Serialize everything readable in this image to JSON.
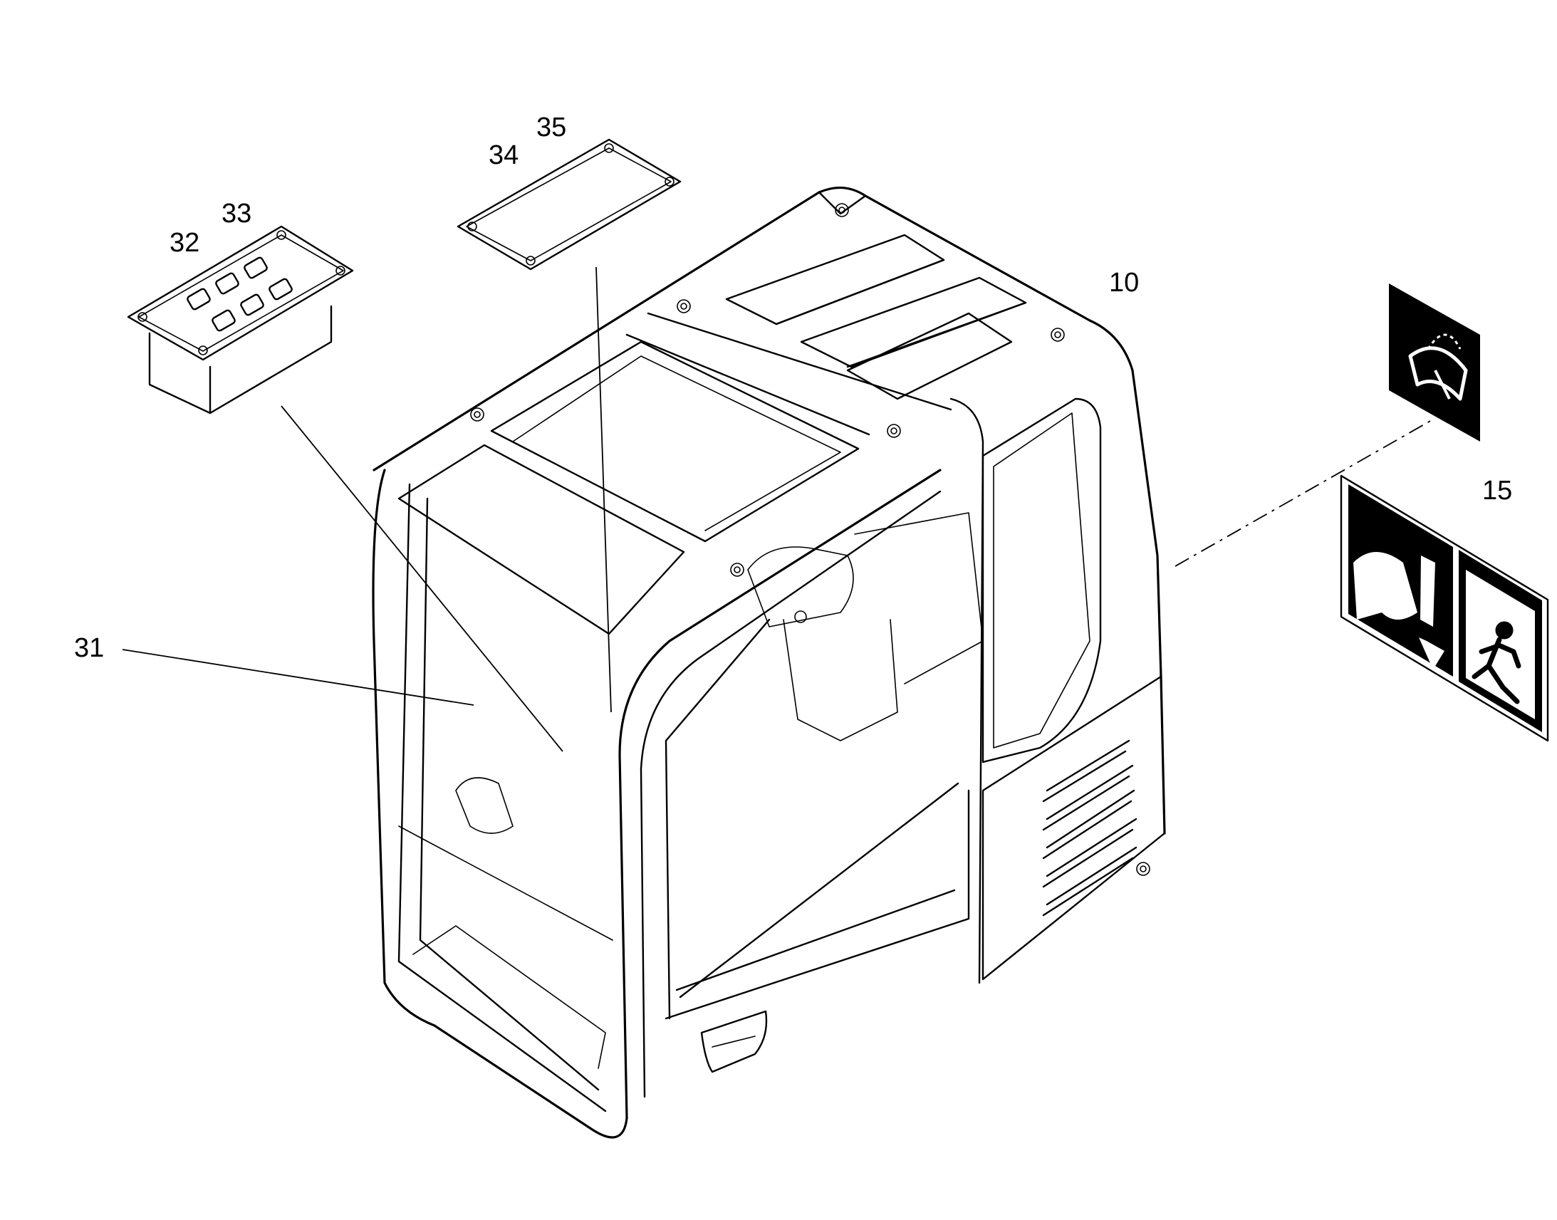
{
  "callouts": {
    "c10": "10",
    "c15": "15",
    "c31": "31",
    "c32": "32",
    "c33": "33",
    "c34": "34",
    "c35": "35"
  },
  "icons": {
    "wiper_decal": "windshield-washer-wiper-icon",
    "exit_decal": "emergency-exit-pictogram-icon"
  },
  "colors": {
    "line": "#000000",
    "background": "#ffffff"
  }
}
